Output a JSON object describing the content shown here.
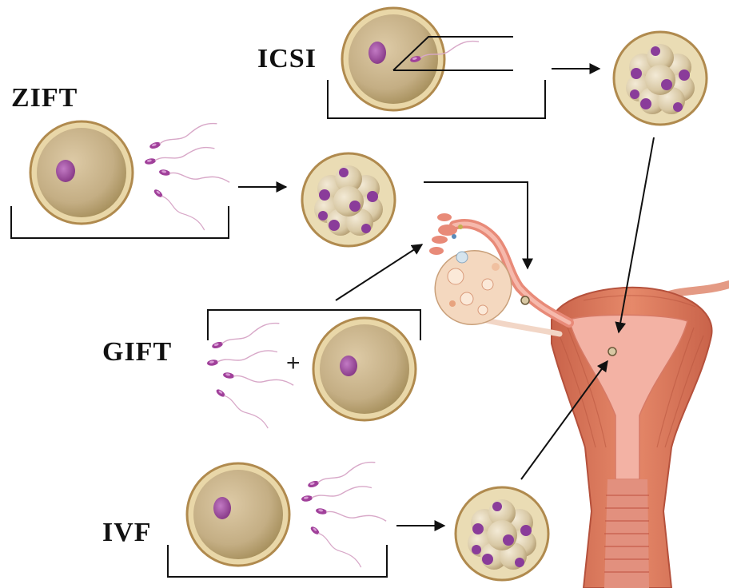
{
  "labels": {
    "icsi": "ICSI",
    "zift": "ZIFT",
    "gift": "GIFT",
    "ivf": "IVF",
    "plus": "+"
  },
  "colors": {
    "egg_cytoplasm": "#c9b48c",
    "egg_zona": "#e3cf9b",
    "egg_rim": "#b08a4e",
    "nucleus": "#9a4a9a",
    "sperm_head": "#a0409a",
    "sperm_tail": "#d8a8c8",
    "embryo_cell": "#d8c8a4",
    "embryo_spot": "#8a3c9a",
    "uterus_muscle": "#d97a5c",
    "uterus_lining": "#f0a79a",
    "ovary": "#f2d2b8",
    "arrow": "#111111"
  },
  "icons": {
    "oocyte": "egg-cell-icon",
    "sperm": "sperm-cell-icon",
    "embryo": "cleavage-embryo-icon",
    "uterus": "uterus-icon",
    "ovary": "ovary-icon"
  }
}
